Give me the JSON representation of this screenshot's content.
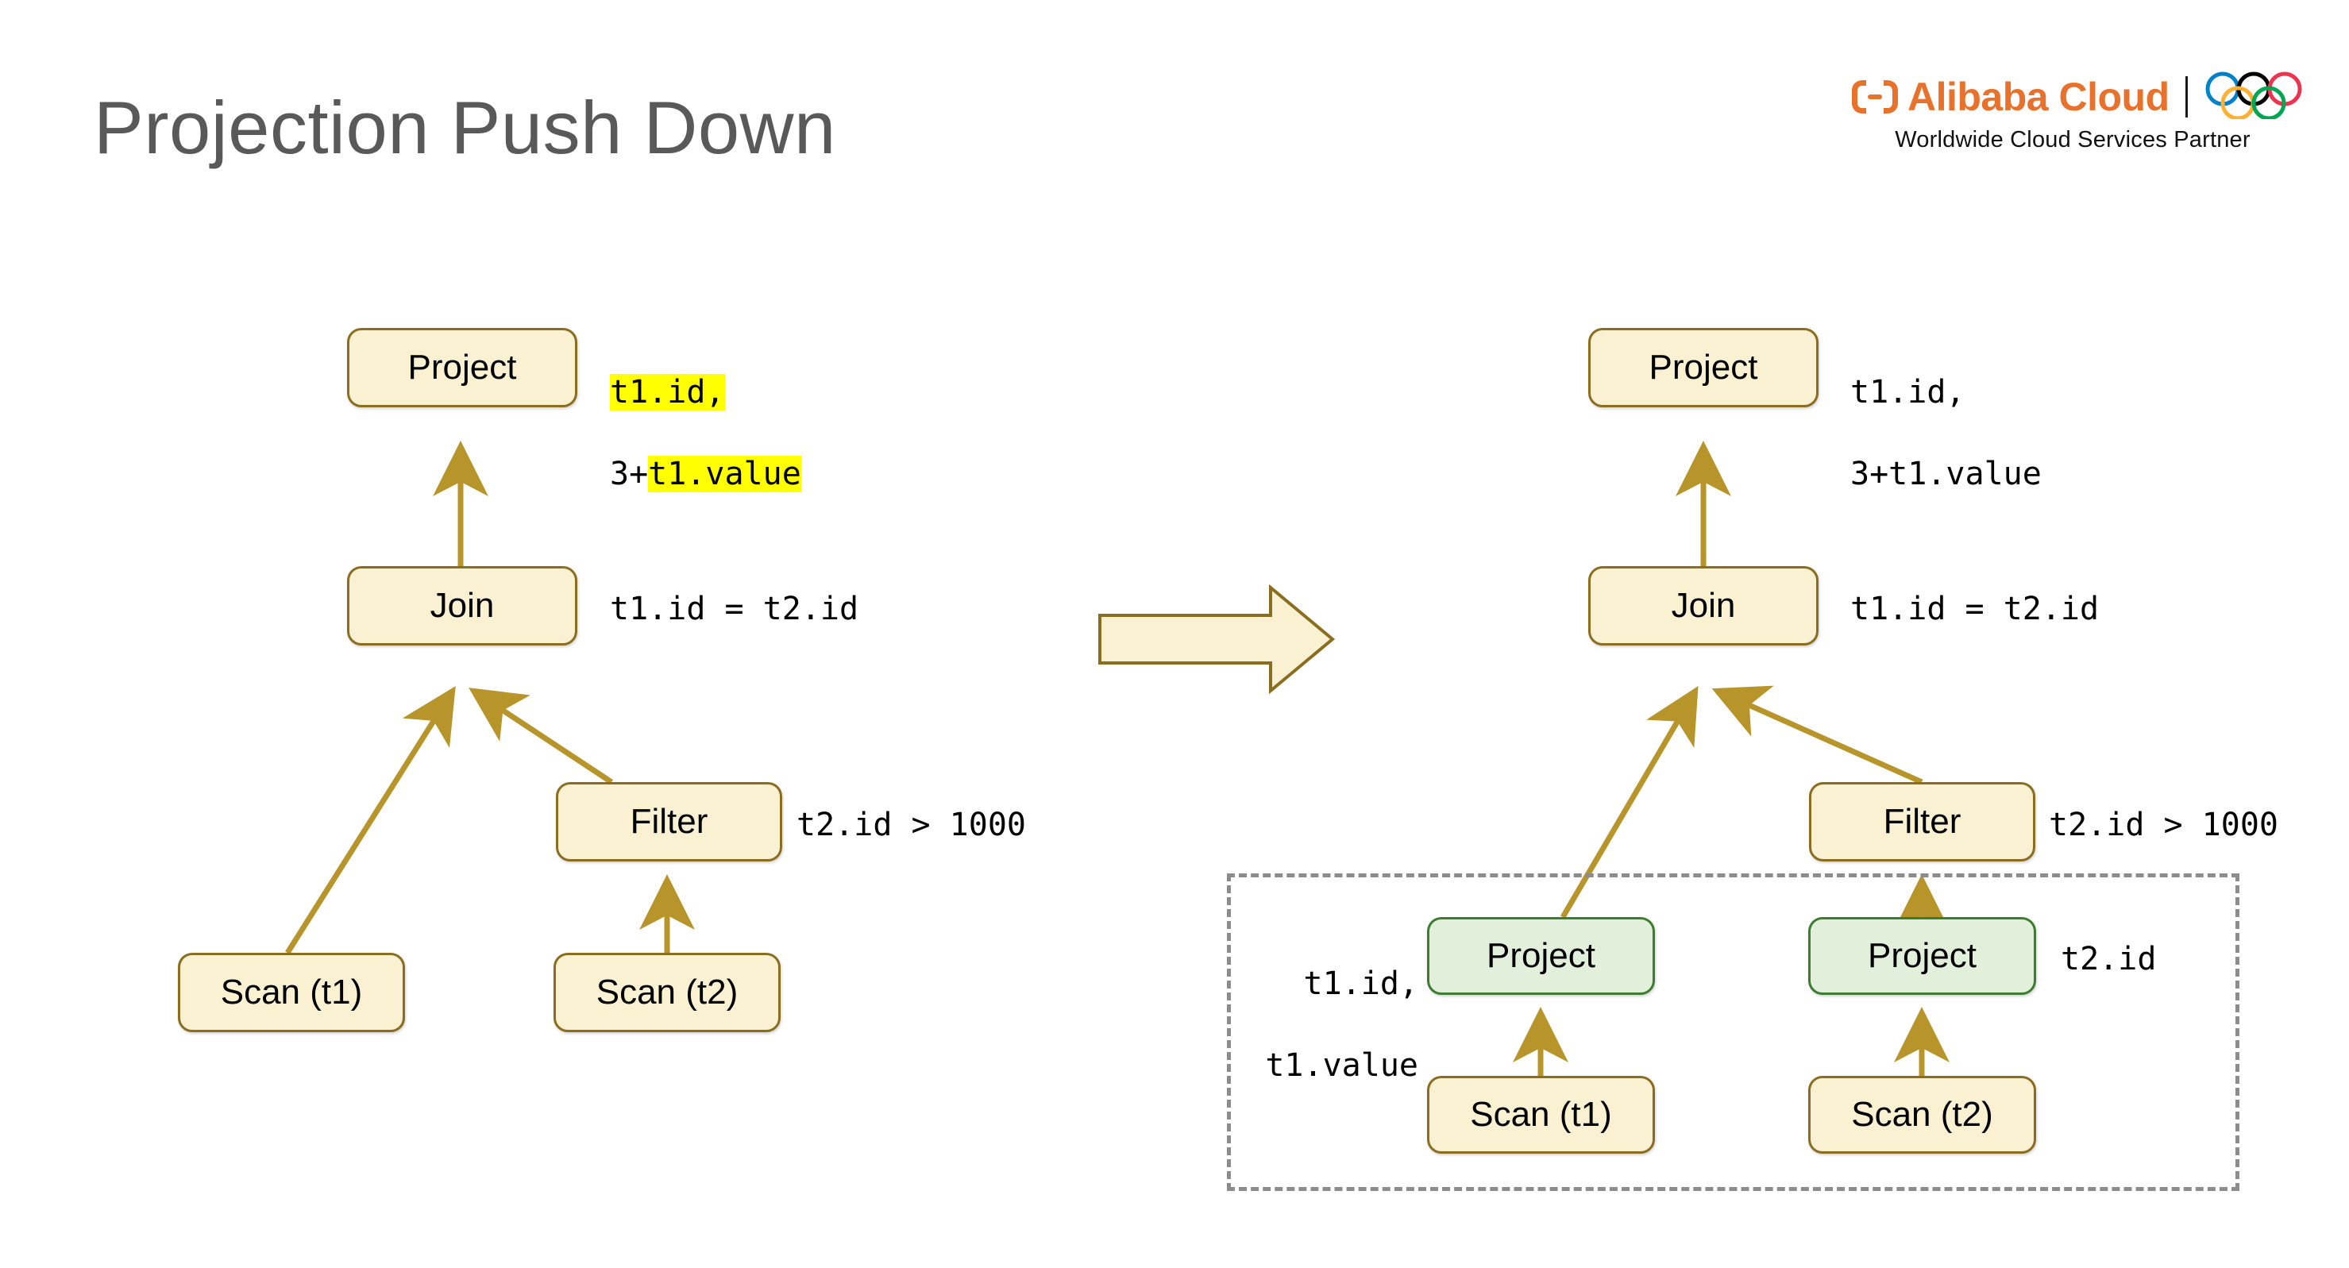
{
  "page": {
    "title": "Projection Push Down",
    "background_color": "#ffffff",
    "title_color": "#595959"
  },
  "logo": {
    "brand": "Alibaba Cloud",
    "tagline": "Worldwide Cloud Services Partner",
    "brand_color": "#E8722C",
    "rings_icon": "olympic-rings-icon",
    "ring_colors": [
      "#0081C8",
      "#000000",
      "#EE334E",
      "#FCB131",
      "#00A651"
    ]
  },
  "palette": {
    "node_fill_cream": "#FAF0D2",
    "node_border_cream": "#8A6D1E",
    "node_fill_green": "#E2EFDA",
    "node_border_green": "#3C7D32",
    "edge_color": "#B8952A",
    "highlight": "#FFFF00",
    "group_border": "#8C8C8C"
  },
  "left_plan": {
    "caption": "before-projection-pushdown",
    "nodes": [
      {
        "id": "l-project",
        "label": "Project"
      },
      {
        "id": "l-join",
        "label": "Join"
      },
      {
        "id": "l-filter",
        "label": "Filter"
      },
      {
        "id": "l-scan-t1",
        "label": "Scan (t1)"
      },
      {
        "id": "l-scan-t2",
        "label": "Scan (t2)"
      }
    ],
    "annotations": {
      "project_line1_pre": "",
      "project_line1_hl": "t1.id,",
      "project_line2_pre": "3+",
      "project_line2_hl": "t1.value",
      "join": "t1.id = t2.id",
      "filter": "t2.id > 1000"
    }
  },
  "transform_arrow": {
    "name": "transform-arrow",
    "direction": "right"
  },
  "right_plan": {
    "caption": "after-projection-pushdown",
    "nodes": [
      {
        "id": "r-project",
        "label": "Project"
      },
      {
        "id": "r-join",
        "label": "Join"
      },
      {
        "id": "r-filter",
        "label": "Filter"
      },
      {
        "id": "r-project-t1",
        "label": "Project"
      },
      {
        "id": "r-project-t2",
        "label": "Project"
      },
      {
        "id": "r-scan-t1",
        "label": "Scan (t1)"
      },
      {
        "id": "r-scan-t2",
        "label": "Scan (t2)"
      }
    ],
    "annotations": {
      "project_line1": "t1.id,",
      "project_line2": "3+t1.value",
      "join": "t1.id = t2.id",
      "filter": "t2.id > 1000",
      "project_t1_line1": "t1.id,",
      "project_t1_line2": "t1.value",
      "project_t2": "t2.id"
    }
  }
}
